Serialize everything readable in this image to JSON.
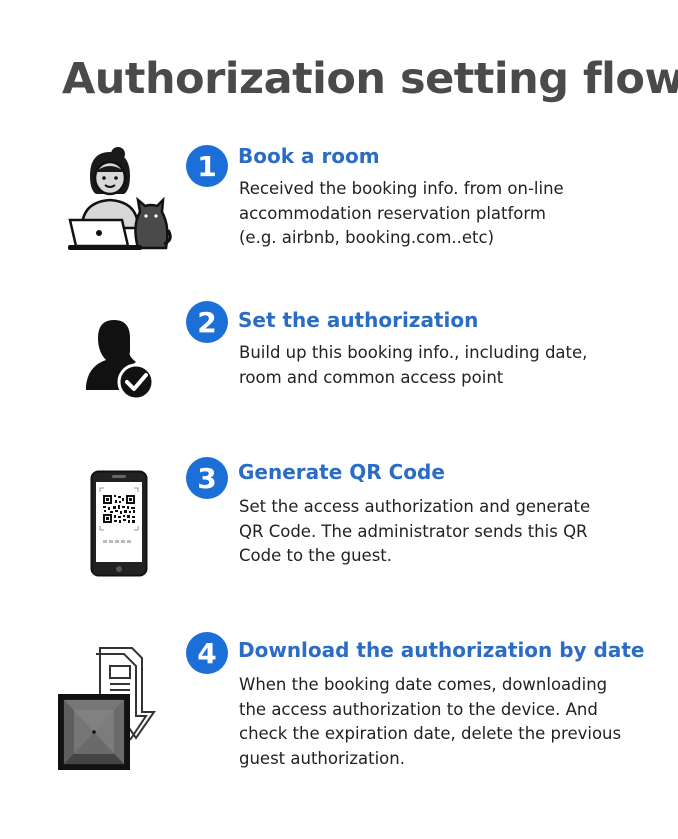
{
  "title": "Authorization setting flow",
  "accent_color": "#1d6fd8",
  "steps": [
    {
      "number": "1",
      "title": "Book a room",
      "icon": "person-laptop-cat-icon",
      "lines": [
        "Received the booking info. from on-line",
        "accommodation reservation platform",
        "(e.g. airbnb, booking.com..etc)"
      ]
    },
    {
      "number": "2",
      "title": "Set the authorization",
      "icon": "user-check-icon",
      "lines": [
        "Build up this booking info., including date,",
        "room and common access point"
      ]
    },
    {
      "number": "3",
      "title": "Generate QR Code",
      "icon": "phone-qr-code-icon",
      "lines": [
        "Set the access authorization and generate",
        "QR Code. The administrator sends this QR",
        "Code to the guest."
      ]
    },
    {
      "number": "4",
      "title": "Download the authorization by date",
      "icon": "reader-download-icon",
      "lines": [
        "When the booking date comes, downloading",
        "the access authorization to the device. And",
        "check the expiration date, delete the previous",
        "guest authorization."
      ]
    }
  ]
}
